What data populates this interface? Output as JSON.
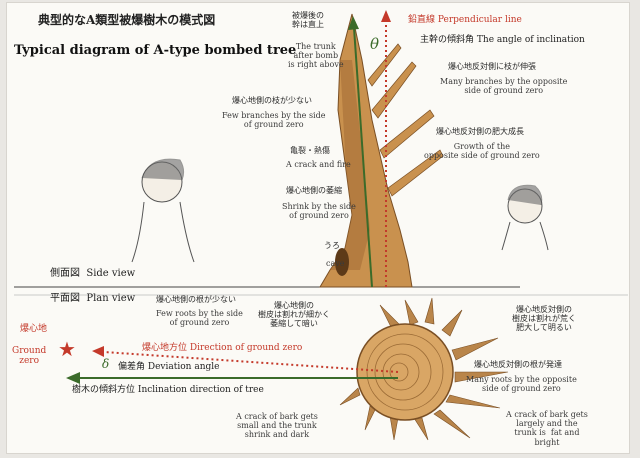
{
  "title": {
    "ja": "典型的なA類型被爆樹木の模式図",
    "en": "Typical diagram of A-type bombed tree"
  },
  "side_view": {
    "label_ja": "側面図",
    "label_en": "Side view",
    "trunk_upright": {
      "ja": "被爆後の\n幹は直上",
      "en": "The trunk\nafter bomb\nis right above"
    },
    "theta": "θ",
    "perpendicular": {
      "ja": "鉛直線",
      "en": "Perpendicular line"
    },
    "inclination": {
      "ja": "主幹の傾斜角",
      "en": "The angle of inclination"
    },
    "few_branches": {
      "ja": "爆心地側の枝が少ない",
      "en": "Few branches by the side\nof ground zero"
    },
    "crack_fire": {
      "ja": "亀裂・熱傷",
      "en": "A crack and fire"
    },
    "shrink": {
      "ja": "爆心地側の萎縮",
      "en": "Shrink by the side\nof ground zero"
    },
    "cave": {
      "ja": "うろ",
      "en": "cave"
    },
    "many_branches": {
      "ja": "爆心地反対側に枝が伸張",
      "en": "Many branches by the opposite\nside of ground zero"
    },
    "growth": {
      "ja": "爆心地反対側の肥大成長",
      "en": "Growth of the\nopposite side of ground zero"
    }
  },
  "plan_view": {
    "label_ja": "平面図",
    "label_en": "Plan view",
    "few_roots": {
      "ja": "爆心地側の根が少ない",
      "en": "Few roots by the side\nof ground zero"
    },
    "bark_thin": {
      "ja": "爆心地側の\n樹皮は割れが細かく\n萎縮して暗い"
    },
    "ground_zero": {
      "ja": "爆心地",
      "en": "Ground\nzero",
      "star": "★"
    },
    "direction": {
      "ja": "爆心地方位",
      "en": "Direction of ground zero"
    },
    "delta": "δ",
    "deviation": {
      "ja": "偏差角",
      "en": "Deviation angle"
    },
    "incl_dir": {
      "ja": "樹木の傾斜方位",
      "en": "Inclination direction of tree"
    },
    "crack_small": {
      "en": "A crack of bark gets\nsmall and the trunk\nshrink and dark"
    },
    "opp_bark": {
      "ja": "爆心地反対側の\n樹皮は割れが荒く\n肥大して明るい"
    },
    "many_roots": {
      "ja": "爆心地反対側の根が発達",
      "en": "Many roots by the opposite\nside of ground zero"
    },
    "crack_large": {
      "en": "A crack of bark gets\nlargely and the\ntrunk is  fat and\nbright"
    }
  },
  "colors": {
    "red": "#c4392a",
    "green": "#3b6b2a",
    "wood": "#c9914e",
    "wood_dark": "#8a5a2a"
  }
}
